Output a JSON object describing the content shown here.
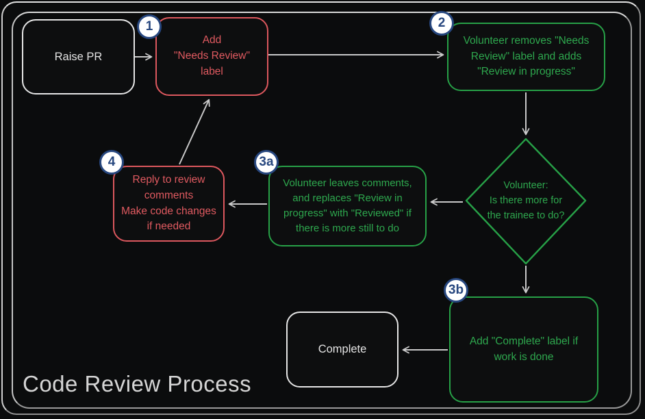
{
  "title": "Code Review Process",
  "colors": {
    "node_red": "#e05a60",
    "node_green": "#2ea84e",
    "node_neutral": "#e4e4e4",
    "badge_blue": "#27477f",
    "arrow_gray": "#c9c9c9",
    "background": "#0b0c0d"
  },
  "nodes": [
    {
      "id": "raise-pr",
      "text": "Raise PR"
    },
    {
      "id": "add-needs-review-label",
      "text": "Add\n\"Needs Review\"\nlabel"
    },
    {
      "id": "volunteer-removes-label",
      "text": "Volunteer removes \"Needs\nReview\" label and adds\n\"Review in progress\""
    },
    {
      "id": "decision-more-for-trainee",
      "text": "Volunteer:\nIs there more for\nthe trainee to do?"
    },
    {
      "id": "volunteer-leaves-comments",
      "text": "Volunteer leaves comments,\nand replaces \"Review in\nprogress\" with \"Reviewed\" if\nthere is more still to do"
    },
    {
      "id": "reply-to-review-comments",
      "text": "Reply to review\ncomments\nMake code changes\nif needed"
    },
    {
      "id": "add-complete-label",
      "text": "Add \"Complete\" label if\nwork is done"
    },
    {
      "id": "complete",
      "text": "Complete"
    }
  ],
  "badges": [
    {
      "label": "1"
    },
    {
      "label": "2"
    },
    {
      "label": "3a"
    },
    {
      "label": "3b"
    },
    {
      "label": "4"
    }
  ]
}
